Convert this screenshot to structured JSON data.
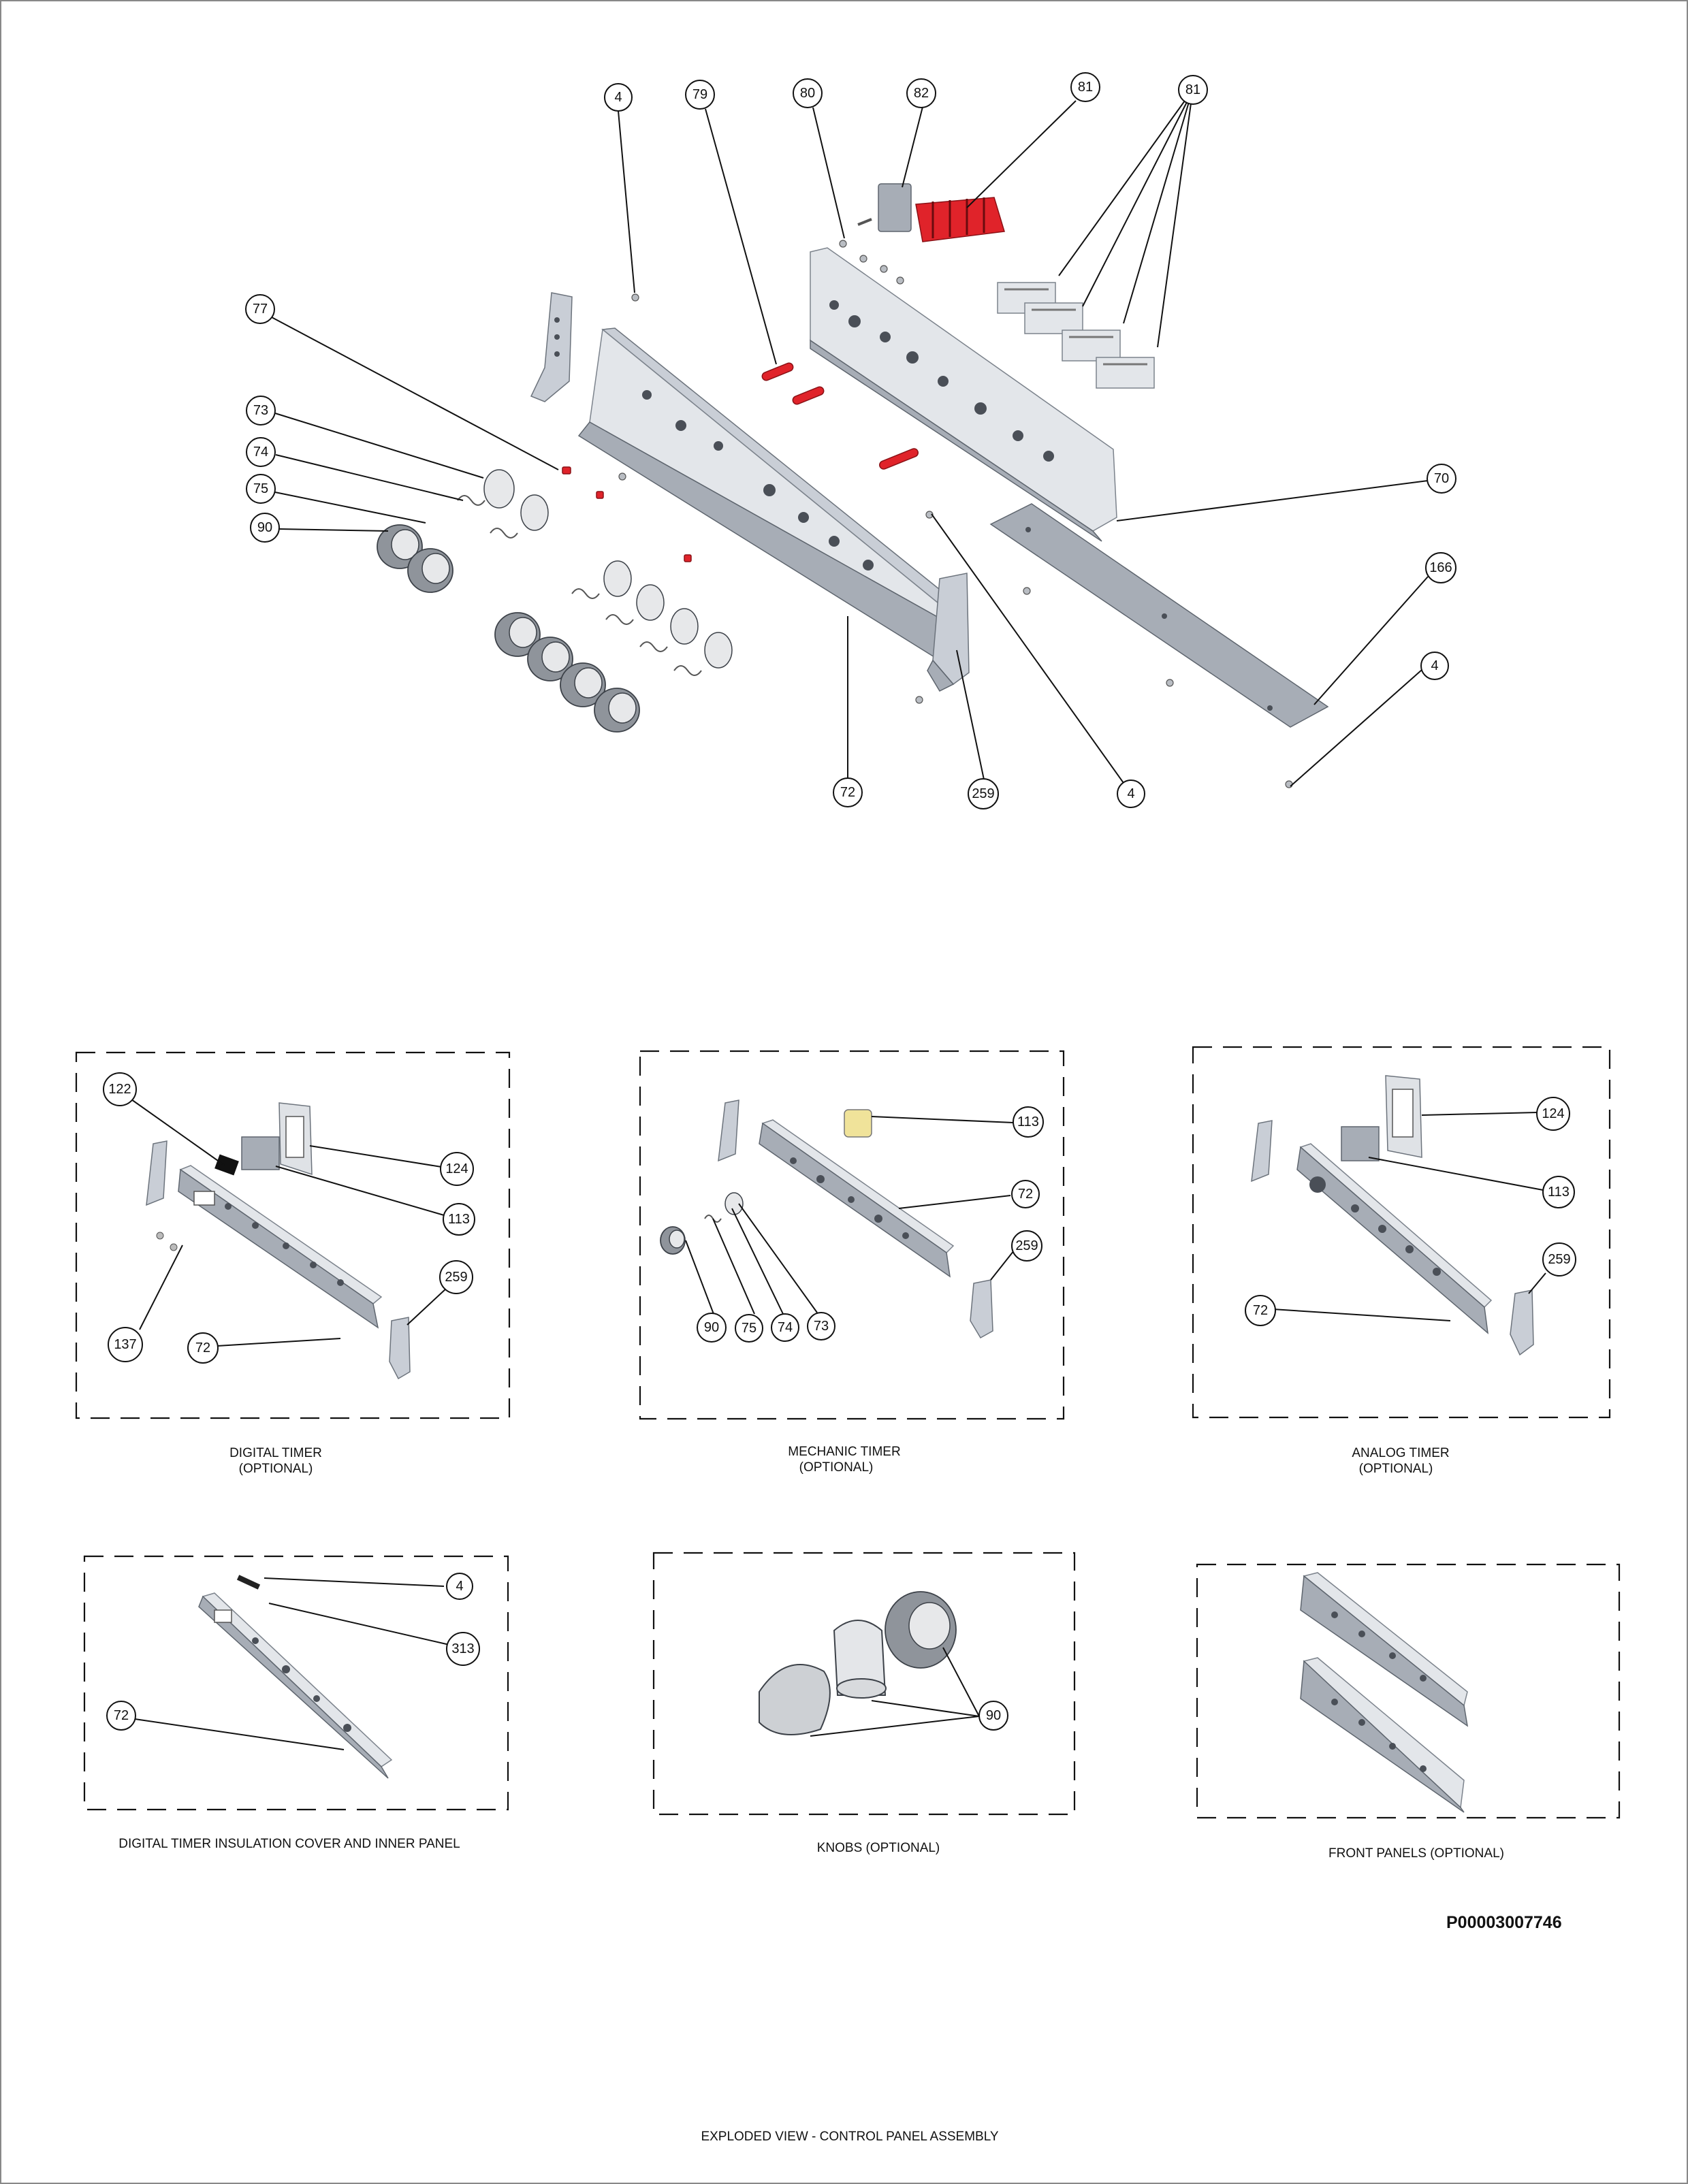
{
  "drawing": {
    "title": "EXPLODED VIEW - CONTROL PANEL ASSEMBLY",
    "part_number": "P00003007746"
  },
  "main_view": {
    "callouts": [
      "4",
      "79",
      "80",
      "82",
      "81",
      "81",
      "77",
      "73",
      "74",
      "75",
      "90",
      "70",
      "166",
      "4",
      "72",
      "259",
      "4"
    ]
  },
  "options": [
    {
      "caption_line1": "DIGITAL TIMER",
      "caption_line2": "(OPTIONAL)",
      "callouts": [
        "122",
        "124",
        "113",
        "259",
        "137",
        "72"
      ]
    },
    {
      "caption_line1": "MECHANIC TIMER",
      "caption_line2": "(OPTIONAL)",
      "callouts": [
        "113",
        "72",
        "259",
        "90",
        "75",
        "74",
        "73"
      ]
    },
    {
      "caption_line1": "ANALOG TIMER",
      "caption_line2": "(OPTIONAL)",
      "callouts": [
        "124",
        "113",
        "259",
        "72"
      ]
    },
    {
      "caption_line1": "DIGITAL TIMER INSULATION COVER AND INNER PANEL",
      "caption_line2": "",
      "callouts": [
        "4",
        "313",
        "72"
      ]
    },
    {
      "caption_line1": "KNOBS  (OPTIONAL)",
      "caption_line2": "",
      "callouts": [
        "90"
      ]
    },
    {
      "caption_line1": "FRONT PANELS  (OPTIONAL)",
      "caption_line2": "",
      "callouts": []
    }
  ],
  "colors": {
    "highlight_parts": "#e0232a",
    "sheet_metal": "#c9ced6",
    "line": "#111111"
  }
}
